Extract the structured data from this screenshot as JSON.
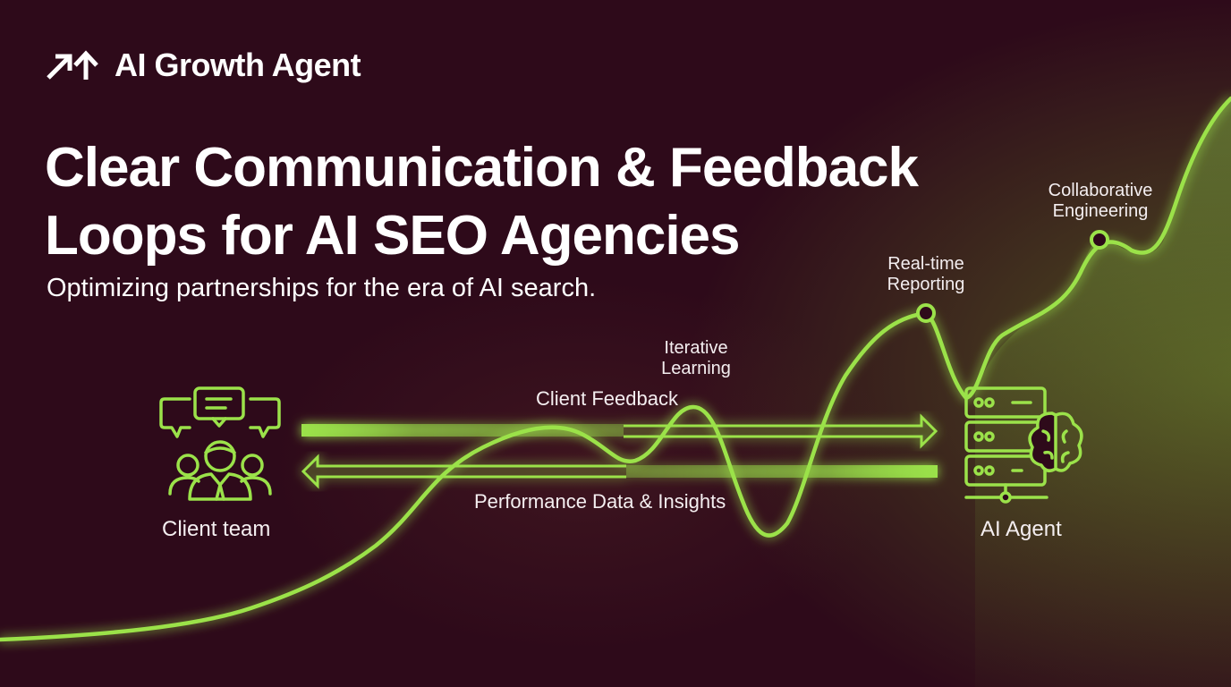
{
  "brand": {
    "icon": "trend-arrows-icon",
    "name": "AI Growth Agent"
  },
  "headline": {
    "line1": "Clear Communication & Feedback",
    "line2": "Loops for AI SEO Agencies"
  },
  "subtitle": "Optimizing partnerships for the era of AI search.",
  "nodes": {
    "client": {
      "label": "Client team",
      "icon": "client-team-chat-icon"
    },
    "agent": {
      "label": "AI Agent",
      "icon": "server-brain-icon"
    }
  },
  "flows": {
    "top": {
      "label": "Client Feedback",
      "direction": "right"
    },
    "bottom": {
      "label": "Performance Data & Insights",
      "direction": "left"
    }
  },
  "milestones": [
    {
      "line1": "Iterative",
      "line2": "Learning"
    },
    {
      "line1": "Real-time",
      "line2": "Reporting"
    },
    {
      "line1": "Collaborative",
      "line2": "Engineering"
    }
  ],
  "colors": {
    "background": "#2e0a1a",
    "accent": "#9be24a",
    "text": "#ffffff"
  }
}
